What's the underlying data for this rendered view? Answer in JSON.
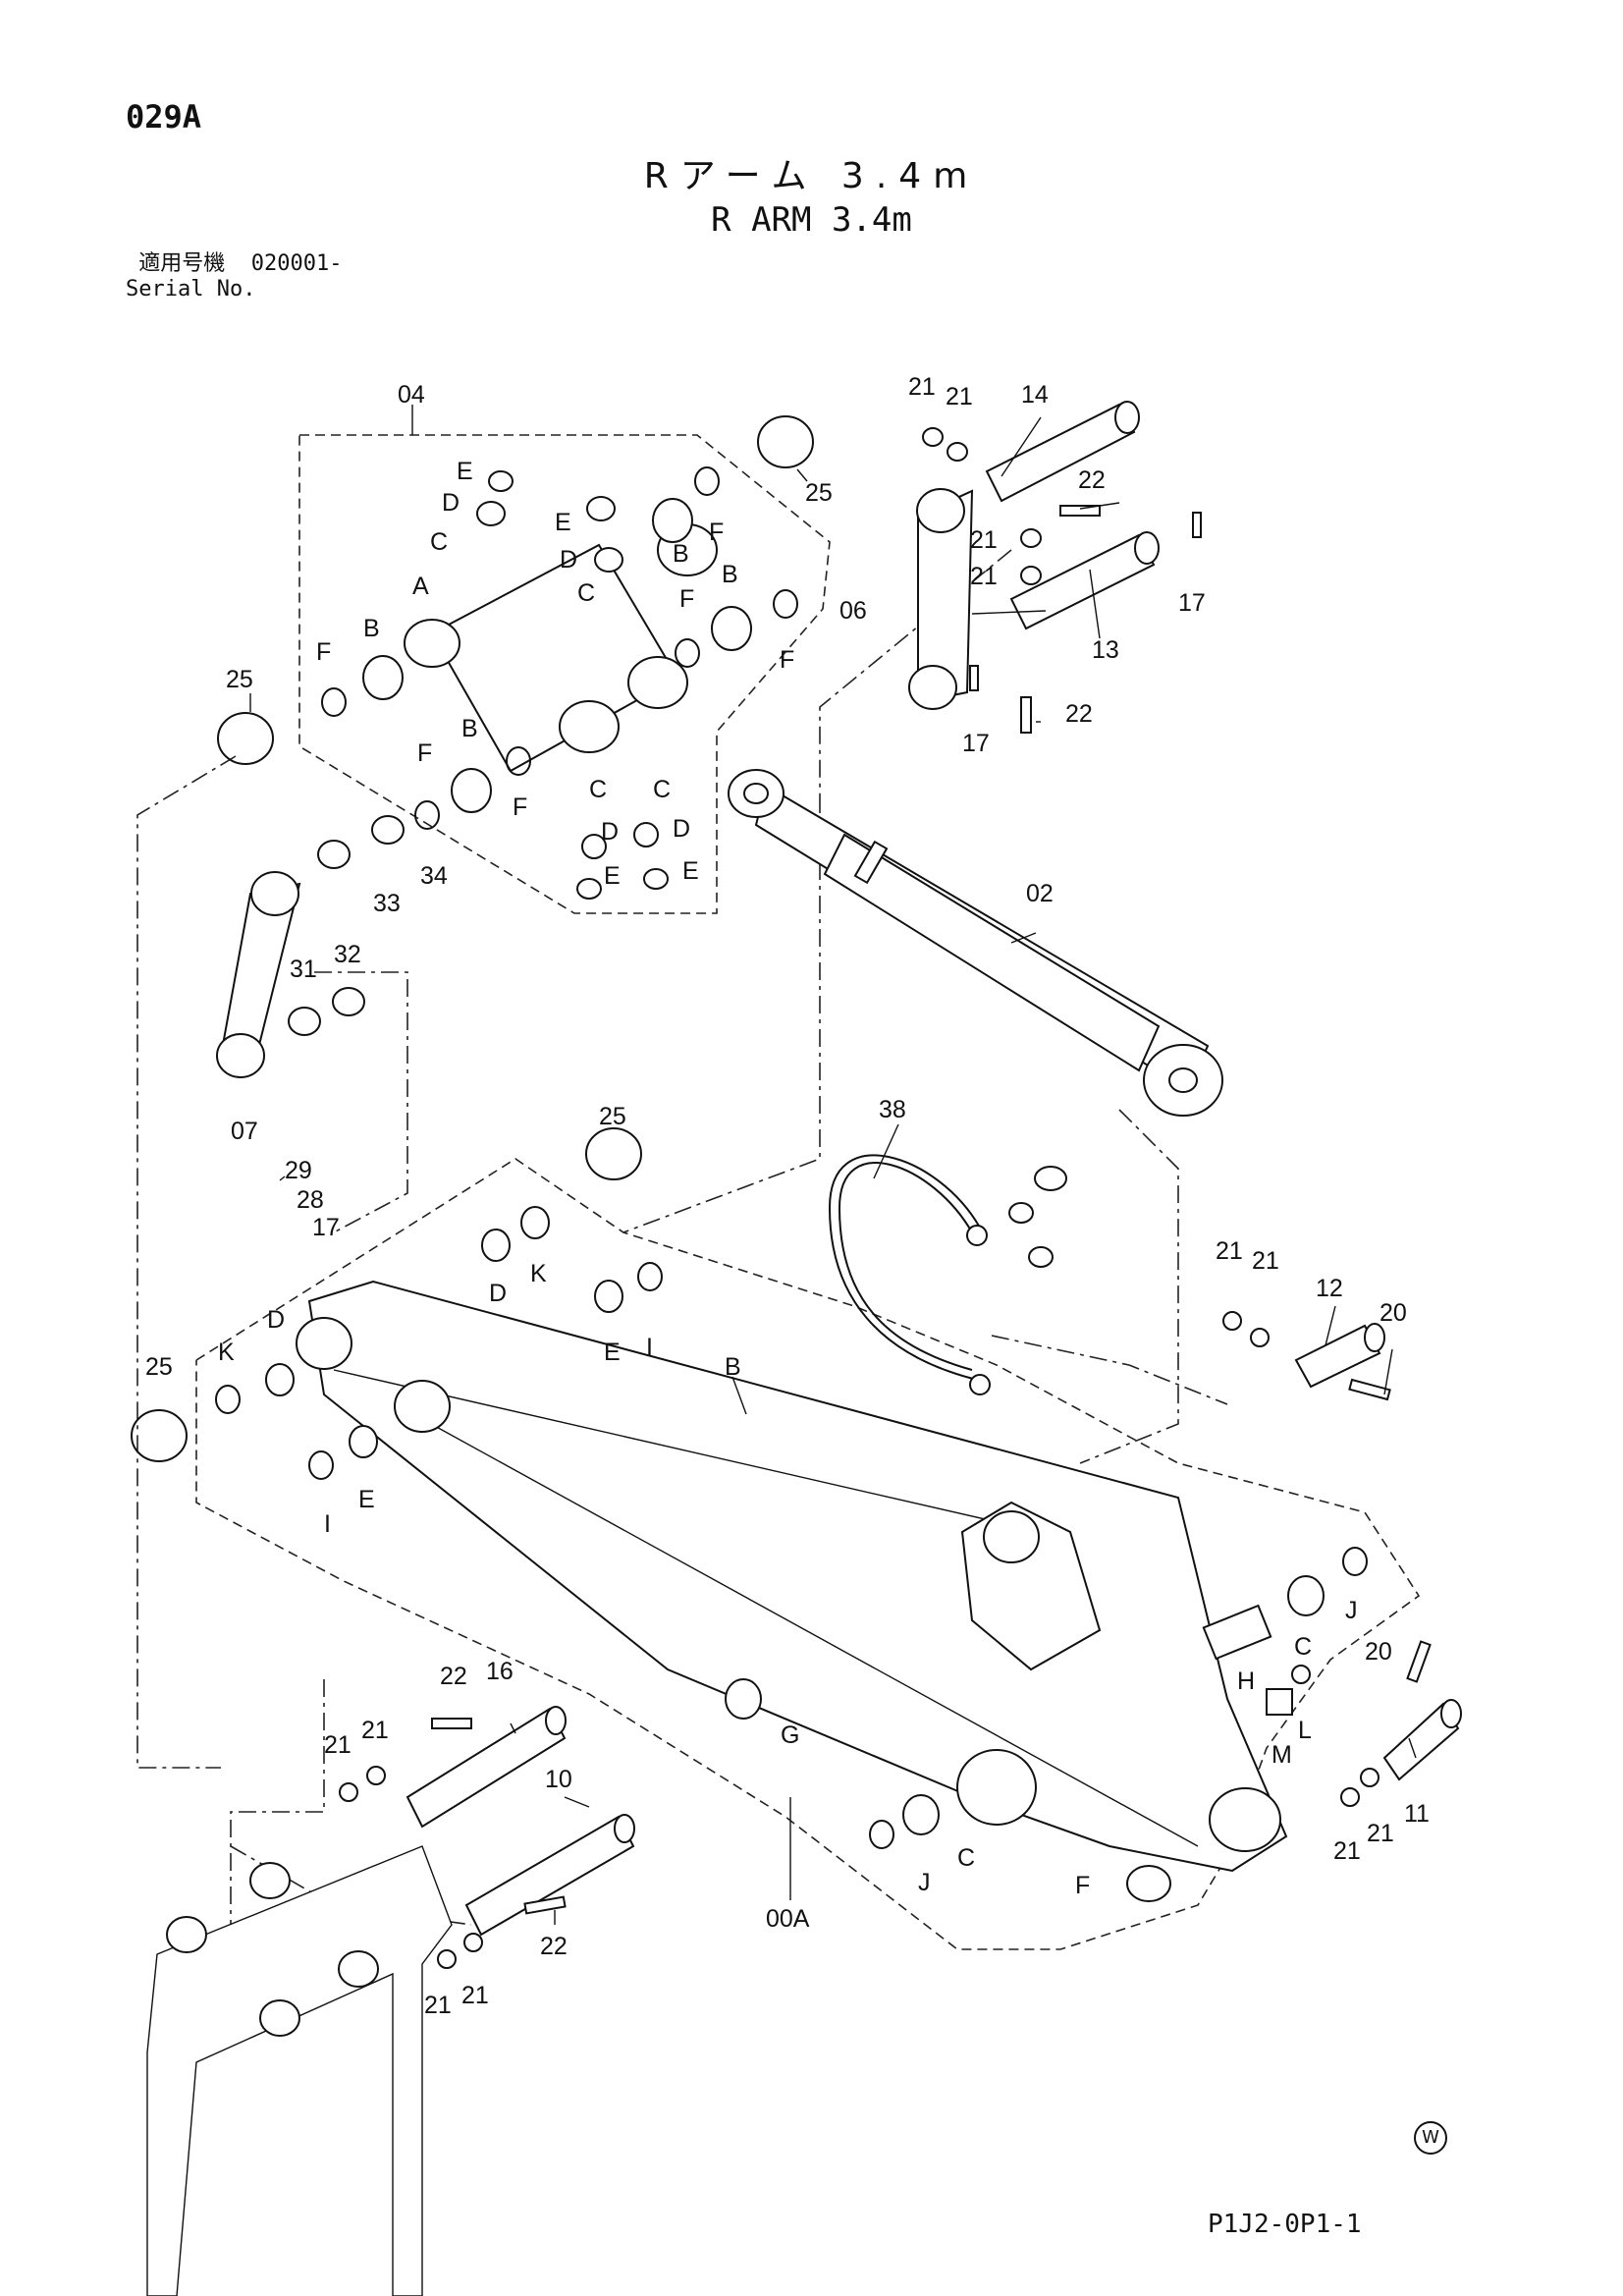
{
  "header": {
    "page_code": "029A",
    "title_jp": "Rアーム 3.4m",
    "title_en": "R ARM 3.4m",
    "serial_label_jp": "適用号機",
    "serial_value": "020001-",
    "serial_label_en": "Serial No."
  },
  "footer": {
    "drawing_code": "P1J2-0P1-1",
    "w_mark": "W"
  },
  "callouts": {
    "c04": "04",
    "c25a": "25",
    "c25b": "25",
    "c25c": "25",
    "c25d": "25",
    "c21a": "21",
    "c21b": "21",
    "c14": "14",
    "c22a": "22",
    "c21c": "21",
    "c21d": "21",
    "c17a": "17",
    "c06": "06",
    "c13": "13",
    "c17b": "17",
    "c22b": "22",
    "c02": "02",
    "c33": "33",
    "c34": "34",
    "c31": "31",
    "c32": "32",
    "c07": "07",
    "c29": "29",
    "c28": "28",
    "c17c": "17",
    "c38": "38",
    "c21e": "21",
    "c21f": "21",
    "c12": "12",
    "c20a": "20",
    "cBarm": "B",
    "c20b": "20",
    "c11": "11",
    "c21g": "21",
    "c21h": "21",
    "c22c": "22",
    "c16": "16",
    "c21i": "21",
    "c21j": "21",
    "c10": "10",
    "c22d": "22",
    "c21k": "21",
    "c21l": "21",
    "c00A": "00A",
    "lE1": "E",
    "lD1": "D",
    "lC1": "C",
    "lA": "A",
    "lB1": "B",
    "lF1": "F",
    "lE2": "E",
    "lD2": "D",
    "lC2": "C",
    "lB2": "B",
    "lF2": "F",
    "lB3": "B",
    "lF3": "F",
    "lF4": "F",
    "lB4": "B",
    "lF5": "F",
    "lF6": "F",
    "lC3": "C",
    "lC4": "C",
    "lD3": "D",
    "lD4": "D",
    "lE3": "E",
    "lE4": "E",
    "lD5": "D",
    "lK1": "K",
    "lE5": "E",
    "lI1": "I",
    "lK2": "K",
    "lD6": "D",
    "lI2": "I",
    "lE6": "E",
    "lJ1": "J",
    "lC5": "C",
    "lH": "H",
    "lL": "L",
    "lM": "M",
    "lG": "G",
    "lC6": "C",
    "lJ2": "J",
    "lF7": "F"
  }
}
